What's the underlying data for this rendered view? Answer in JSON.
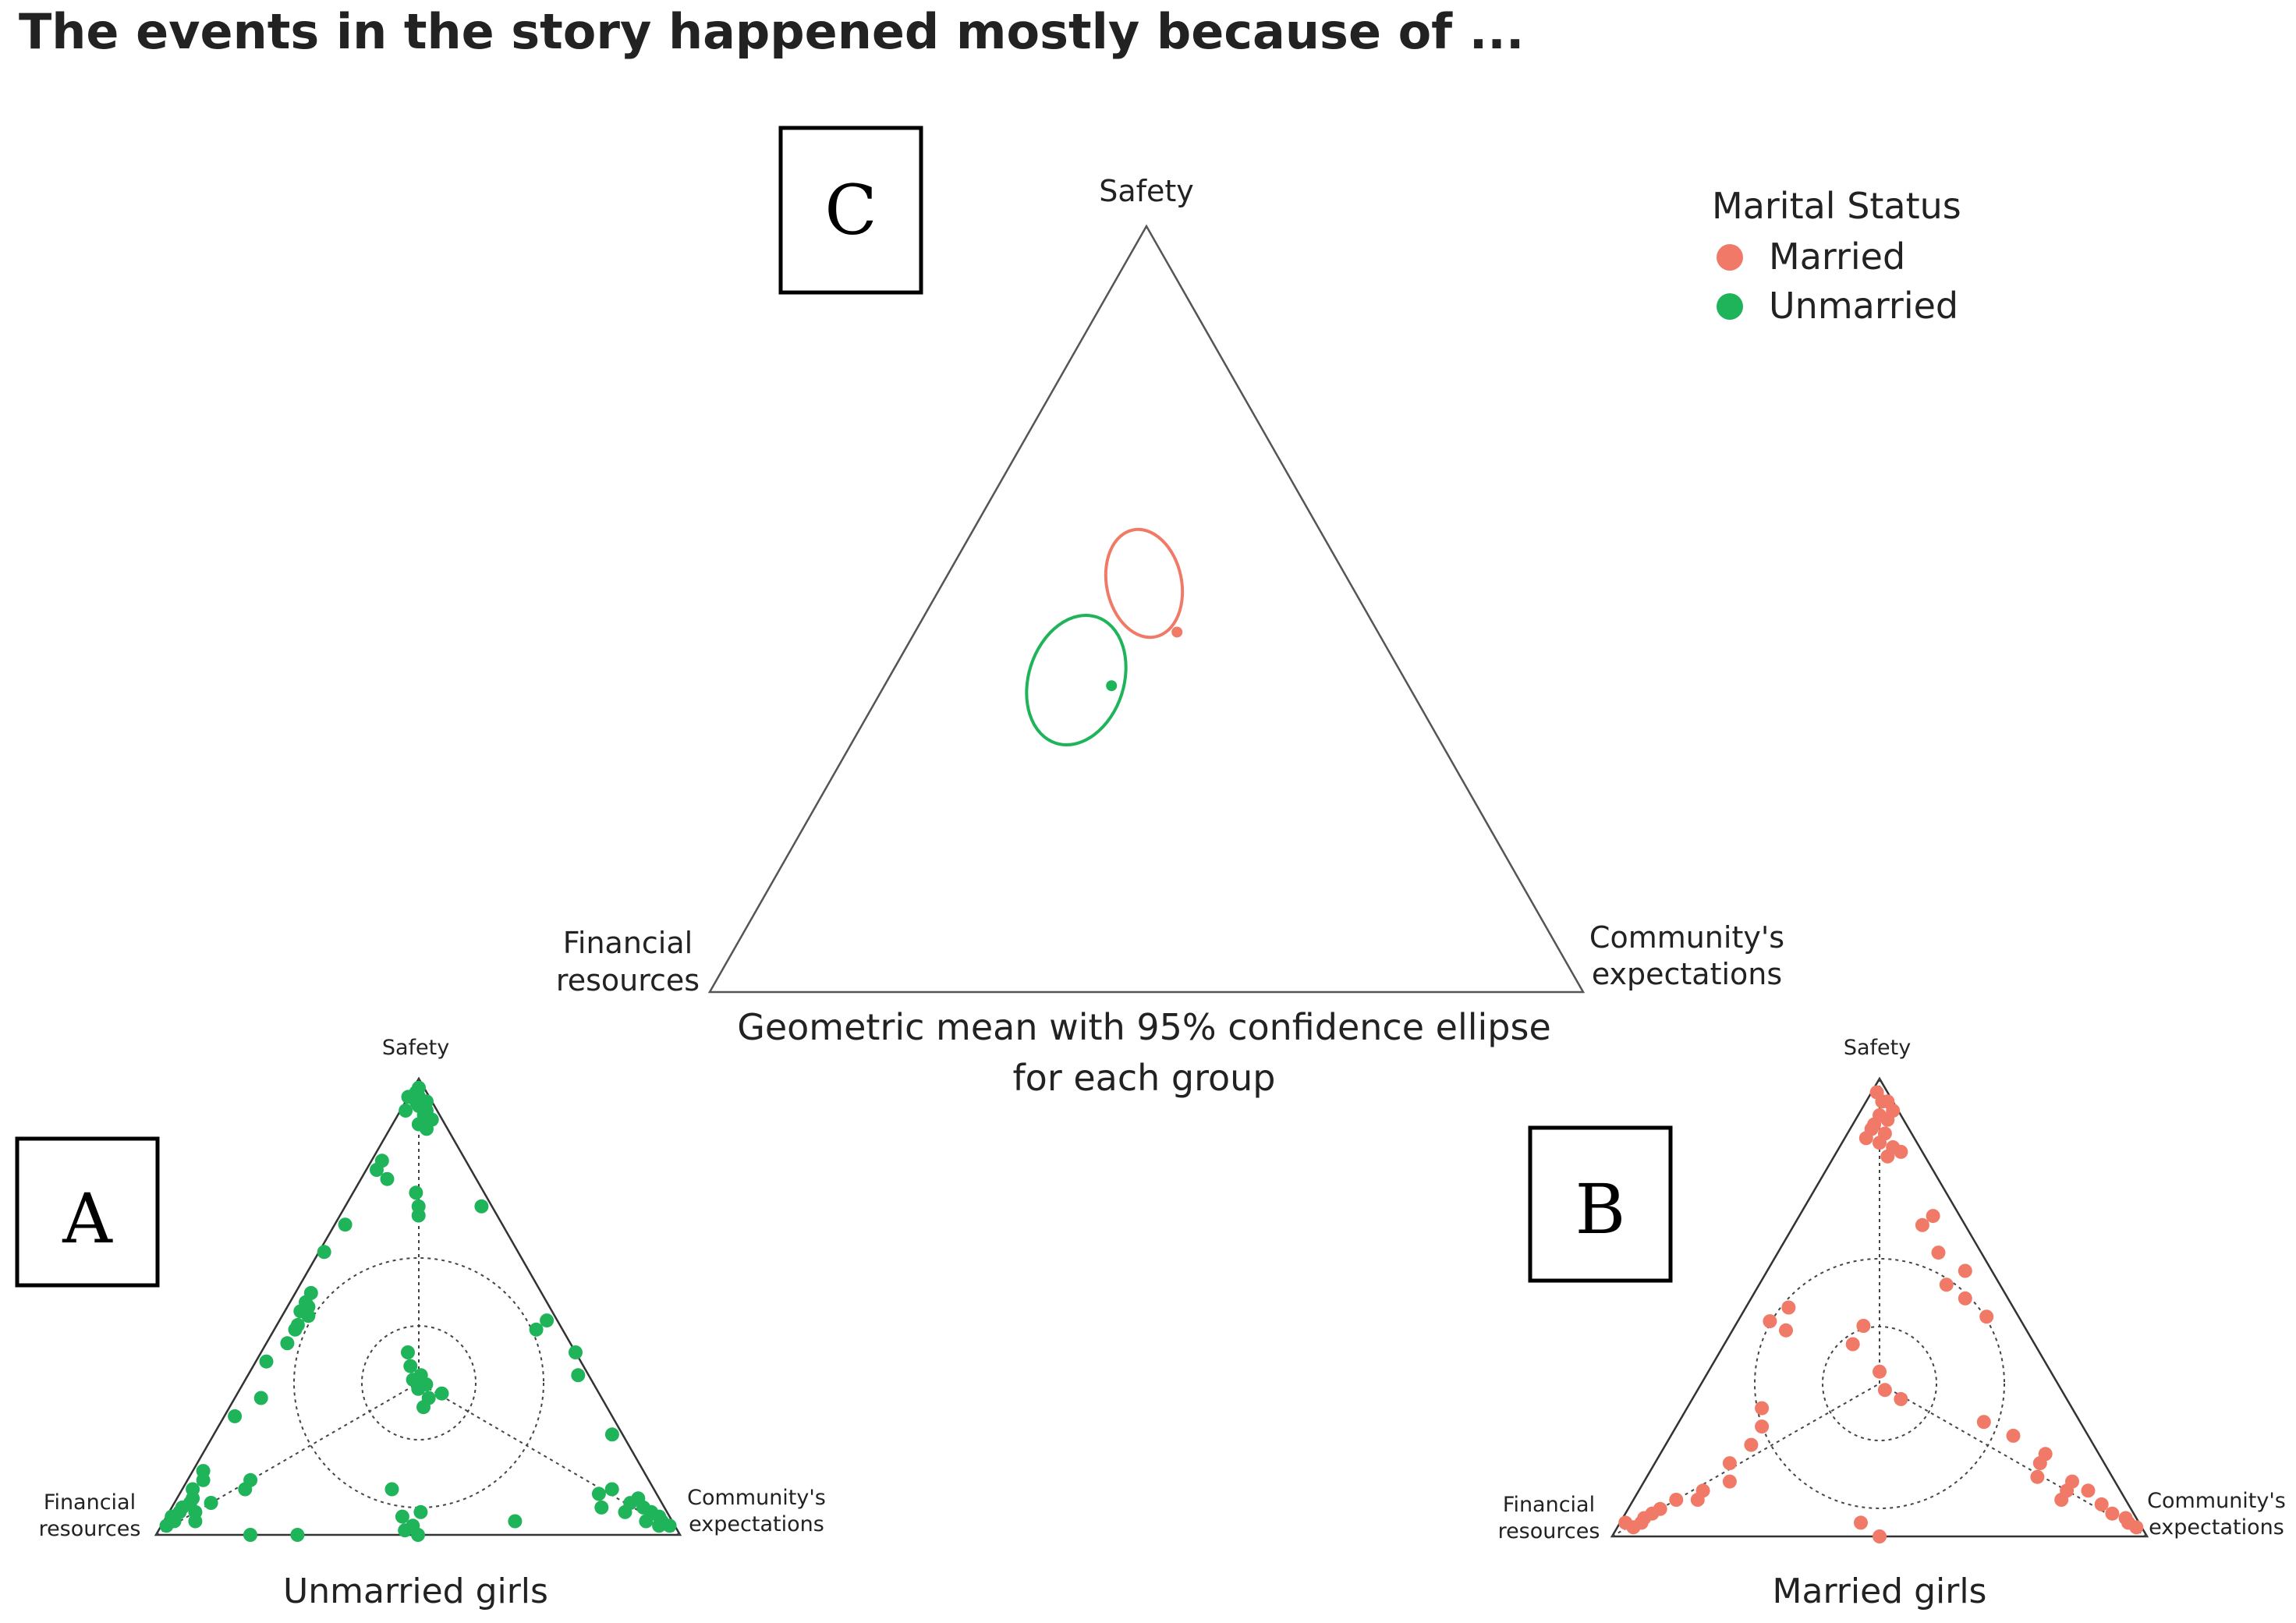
{
  "title": "The events in the story happened mostly because of ...",
  "colors": {
    "married": "#f07a67",
    "unmarried": "#1fb45a",
    "axis": "#555555",
    "text": "#222222"
  },
  "legend": {
    "title": "Marital Status",
    "items": [
      {
        "label": "Married",
        "color": "#f07a67"
      },
      {
        "label": "Unmarried",
        "color": "#1fb45a"
      }
    ]
  },
  "panels": {
    "C": {
      "letter": "C",
      "vertex_top": "Safety",
      "vertex_left_1": "Financial",
      "vertex_left_2": "resources",
      "vertex_right_1": "Community's",
      "vertex_right_2": "expectations",
      "caption_1": "Geometric mean with 95% confidence ellipse",
      "caption_2": "for each group"
    },
    "A": {
      "letter": "A",
      "vertex_top": "Safety",
      "vertex_left_1": "Financial",
      "vertex_left_2": "resources",
      "vertex_right_1": "Community's",
      "vertex_right_2": "expectations",
      "caption": "Unmarried girls"
    },
    "B": {
      "letter": "B",
      "vertex_top": "Safety",
      "vertex_left_1": "Financial",
      "vertex_left_2": "resources",
      "vertex_right_1": "Community's",
      "vertex_right_2": "expectations",
      "caption": "Married girls"
    }
  },
  "chart_data": [
    {
      "panel": "C",
      "type": "scatter",
      "subtype": "ternary",
      "components": [
        "Safety",
        "Financial resources",
        "Community's expectations"
      ],
      "grid": false,
      "legend_position": "top-right",
      "series": [
        {
          "name": "Married",
          "geometric_mean": {
            "safety": 0.47,
            "financial": 0.23,
            "community": 0.3
          }
        },
        {
          "name": "Unmarried",
          "geometric_mean": {
            "safety": 0.4,
            "financial": 0.34,
            "community": 0.26
          }
        }
      ]
    },
    {
      "panel": "A",
      "type": "scatter",
      "subtype": "ternary",
      "components": [
        "Safety",
        "Financial resources",
        "Community's expectations"
      ],
      "series": [
        {
          "name": "Unmarried",
          "points": [
            [
              0.98,
              0.01,
              0.01
            ],
            [
              0.97,
              0.02,
              0.01
            ],
            [
              0.96,
              0.02,
              0.02
            ],
            [
              0.95,
              0.03,
              0.02
            ],
            [
              0.95,
              0.01,
              0.04
            ],
            [
              0.94,
              0.03,
              0.03
            ],
            [
              0.93,
              0.02,
              0.05
            ],
            [
              0.92,
              0.03,
              0.05
            ],
            [
              0.91,
              0.02,
              0.07
            ],
            [
              0.9,
              0.05,
              0.05
            ],
            [
              0.89,
              0.04,
              0.07
            ],
            [
              0.96,
              0.04,
              0.0
            ],
            [
              0.93,
              0.06,
              0.01
            ],
            [
              0.82,
              0.16,
              0.02
            ],
            [
              0.8,
              0.18,
              0.02
            ],
            [
              0.78,
              0.17,
              0.05
            ],
            [
              0.75,
              0.13,
              0.12
            ],
            [
              0.72,
              0.14,
              0.14
            ],
            [
              0.7,
              0.15,
              0.15
            ],
            [
              0.72,
              0.02,
              0.26
            ],
            [
              0.68,
              0.3,
              0.02
            ],
            [
              0.62,
              0.37,
              0.01
            ],
            [
              0.53,
              0.44,
              0.03
            ],
            [
              0.51,
              0.46,
              0.03
            ],
            [
              0.5,
              0.46,
              0.04
            ],
            [
              0.49,
              0.48,
              0.03
            ],
            [
              0.48,
              0.47,
              0.05
            ],
            [
              0.46,
              0.5,
              0.04
            ],
            [
              0.45,
              0.51,
              0.04
            ],
            [
              0.42,
              0.54,
              0.04
            ],
            [
              0.38,
              0.6,
              0.02
            ],
            [
              0.3,
              0.65,
              0.05
            ],
            [
              0.26,
              0.72,
              0.02
            ],
            [
              0.47,
              0.02,
              0.51
            ],
            [
              0.45,
              0.05,
              0.5
            ],
            [
              0.4,
              0.0,
              0.6
            ],
            [
              0.35,
              0.02,
              0.63
            ],
            [
              0.4,
              0.32,
              0.28
            ],
            [
              0.37,
              0.33,
              0.3
            ],
            [
              0.35,
              0.32,
              0.33
            ],
            [
              0.34,
              0.34,
              0.32
            ],
            [
              0.33,
              0.32,
              0.35
            ],
            [
              0.32,
              0.34,
              0.34
            ],
            [
              0.31,
              0.3,
              0.39
            ],
            [
              0.3,
              0.33,
              0.37
            ],
            [
              0.28,
              0.35,
              0.37
            ],
            [
              0.14,
              0.84,
              0.02
            ],
            [
              0.12,
              0.85,
              0.03
            ],
            [
              0.1,
              0.88,
              0.02
            ],
            [
              0.08,
              0.89,
              0.03
            ],
            [
              0.07,
              0.9,
              0.03
            ],
            [
              0.06,
              0.92,
              0.02
            ],
            [
              0.05,
              0.93,
              0.02
            ],
            [
              0.04,
              0.95,
              0.01
            ],
            [
              0.03,
              0.95,
              0.02
            ],
            [
              0.02,
              0.97,
              0.01
            ],
            [
              0.05,
              0.9,
              0.05
            ],
            [
              0.07,
              0.86,
              0.07
            ],
            [
              0.1,
              0.78,
              0.12
            ],
            [
              0.12,
              0.76,
              0.12
            ],
            [
              0.03,
              0.91,
              0.06
            ],
            [
              0.03,
              0.02,
              0.95
            ],
            [
              0.05,
              0.03,
              0.92
            ],
            [
              0.04,
              0.02,
              0.94
            ],
            [
              0.02,
              0.01,
              0.97
            ],
            [
              0.06,
              0.04,
              0.9
            ],
            [
              0.08,
              0.04,
              0.88
            ],
            [
              0.07,
              0.06,
              0.87
            ],
            [
              0.02,
              0.03,
              0.95
            ],
            [
              0.03,
              0.05,
              0.92
            ],
            [
              0.05,
              0.08,
              0.87
            ],
            [
              0.06,
              0.12,
              0.82
            ],
            [
              0.1,
              0.08,
              0.82
            ],
            [
              0.09,
              0.11,
              0.8
            ],
            [
              0.22,
              0.02,
              0.76
            ],
            [
              0.0,
              0.82,
              0.18
            ],
            [
              0.0,
              0.73,
              0.27
            ],
            [
              0.01,
              0.52,
              0.47
            ],
            [
              0.02,
              0.5,
              0.48
            ],
            [
              0.0,
              0.5,
              0.5
            ],
            [
              0.04,
              0.51,
              0.45
            ],
            [
              0.03,
              0.3,
              0.67
            ],
            [
              0.1,
              0.5,
              0.4
            ],
            [
              0.05,
              0.47,
              0.48
            ]
          ]
        }
      ]
    },
    {
      "panel": "B",
      "type": "scatter",
      "subtype": "ternary",
      "components": [
        "Safety",
        "Financial resources",
        "Community's expectations"
      ],
      "series": [
        {
          "name": "Married",
          "points": [
            [
              0.97,
              0.02,
              0.01
            ],
            [
              0.95,
              0.02,
              0.03
            ],
            [
              0.93,
              0.01,
              0.06
            ],
            [
              0.92,
              0.04,
              0.04
            ],
            [
              0.91,
              0.03,
              0.06
            ],
            [
              0.9,
              0.06,
              0.04
            ],
            [
              0.89,
              0.07,
              0.04
            ],
            [
              0.88,
              0.05,
              0.07
            ],
            [
              0.87,
              0.09,
              0.04
            ],
            [
              0.86,
              0.07,
              0.07
            ],
            [
              0.85,
              0.05,
              0.1
            ],
            [
              0.84,
              0.04,
              0.12
            ],
            [
              0.83,
              0.07,
              0.1
            ],
            [
              0.95,
              0.01,
              0.04
            ],
            [
              0.7,
              0.05,
              0.25
            ],
            [
              0.68,
              0.08,
              0.24
            ],
            [
              0.62,
              0.08,
              0.3
            ],
            [
              0.58,
              0.05,
              0.37
            ],
            [
              0.55,
              0.1,
              0.35
            ],
            [
              0.52,
              0.08,
              0.4
            ],
            [
              0.48,
              0.06,
              0.46
            ],
            [
              0.5,
              0.42,
              0.08
            ],
            [
              0.47,
              0.47,
              0.06
            ],
            [
              0.45,
              0.45,
              0.1
            ],
            [
              0.46,
              0.3,
              0.24
            ],
            [
              0.42,
              0.34,
              0.24
            ],
            [
              0.36,
              0.32,
              0.32
            ],
            [
              0.32,
              0.33,
              0.35
            ],
            [
              0.3,
              0.31,
              0.39
            ],
            [
              0.28,
              0.58,
              0.14
            ],
            [
              0.24,
              0.6,
              0.16
            ],
            [
              0.2,
              0.64,
              0.16
            ],
            [
              0.16,
              0.7,
              0.14
            ],
            [
              0.12,
              0.72,
              0.16
            ],
            [
              0.1,
              0.78,
              0.12
            ],
            [
              0.08,
              0.84,
              0.08
            ],
            [
              0.06,
              0.88,
              0.06
            ],
            [
              0.05,
              0.9,
              0.05
            ],
            [
              0.04,
              0.92,
              0.04
            ],
            [
              0.03,
              0.93,
              0.04
            ],
            [
              0.02,
              0.95,
              0.03
            ],
            [
              0.03,
              0.96,
              0.01
            ],
            [
              0.08,
              0.8,
              0.12
            ],
            [
              0.25,
              0.18,
              0.57
            ],
            [
              0.22,
              0.14,
              0.64
            ],
            [
              0.18,
              0.1,
              0.72
            ],
            [
              0.16,
              0.12,
              0.72
            ],
            [
              0.13,
              0.14,
              0.73
            ],
            [
              0.12,
              0.08,
              0.8
            ],
            [
              0.1,
              0.06,
              0.84
            ],
            [
              0.1,
              0.1,
              0.8
            ],
            [
              0.08,
              0.12,
              0.8
            ],
            [
              0.07,
              0.05,
              0.88
            ],
            [
              0.05,
              0.04,
              0.91
            ],
            [
              0.04,
              0.02,
              0.94
            ],
            [
              0.03,
              0.02,
              0.95
            ],
            [
              0.02,
              0.01,
              0.97
            ],
            [
              0.0,
              0.5,
              0.5
            ],
            [
              0.03,
              0.52,
              0.45
            ]
          ]
        }
      ]
    }
  ]
}
